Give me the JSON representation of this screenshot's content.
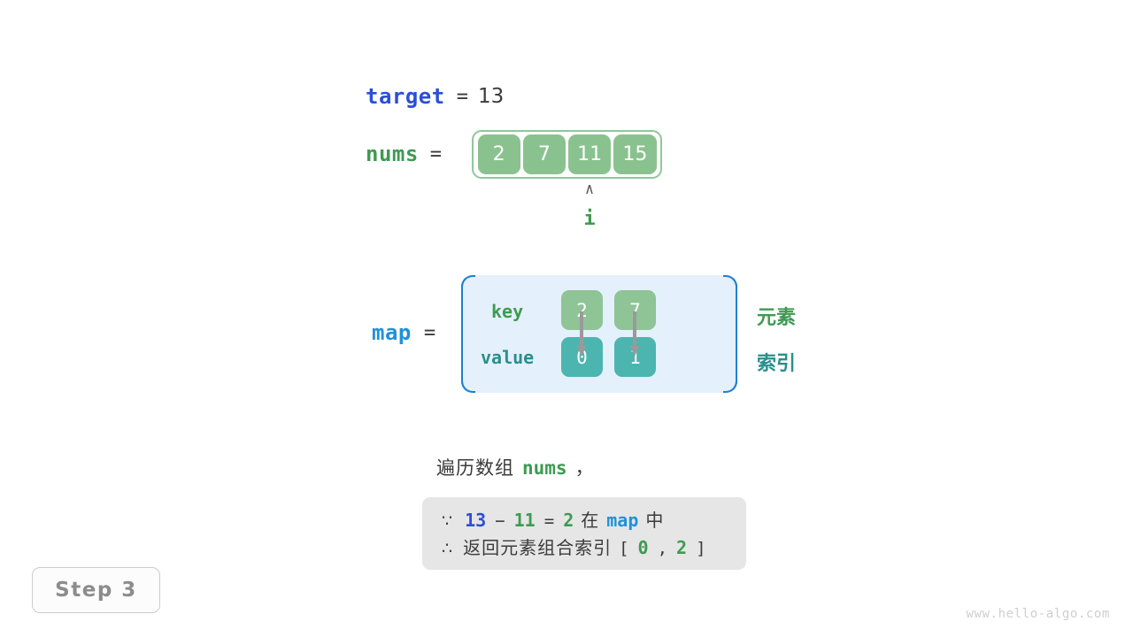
{
  "target": {
    "name": "target",
    "equals": "=",
    "value": "13"
  },
  "nums": {
    "name": "nums",
    "equals": "=",
    "cells": [
      "2",
      "7",
      "11",
      "15"
    ],
    "pointer": {
      "caret": "∧",
      "label": "i",
      "index": 2
    }
  },
  "map": {
    "name": "map",
    "equals": "=",
    "key_label": "key",
    "value_label": "value",
    "keys": [
      "2",
      "7"
    ],
    "values": [
      "0",
      "1"
    ],
    "side_labels": {
      "element": "元素",
      "index": "索引"
    }
  },
  "caption": {
    "prefix": "遍历数组",
    "keyword": "nums",
    "suffix": "，"
  },
  "note": {
    "line1": {
      "symbol": "∵",
      "a": "13",
      "minus": "−",
      "b": "11",
      "eq": "=",
      "c": "2",
      "zai": "在",
      "map": "map",
      "zhong": "中"
    },
    "line2": {
      "symbol": "∴",
      "text": "返回元素组合索引",
      "bracket_open": "[",
      "i0": "0",
      "comma": ",",
      "i1": "2",
      "bracket_close": "]"
    }
  },
  "step_badge": "Step 3",
  "watermark": "www.hello-algo.com",
  "colors": {
    "target_blue": "#2c4fd6",
    "map_blue": "#2091d8",
    "green": "#3f9a52",
    "teal": "#2a8f8c",
    "cell_green": "#8ac28f",
    "cell_teal": "#4cb5b0",
    "map_bg": "#e4f0fb",
    "note_bg": "#e6e6e6",
    "arrow_gray": "#9a9a9a"
  }
}
